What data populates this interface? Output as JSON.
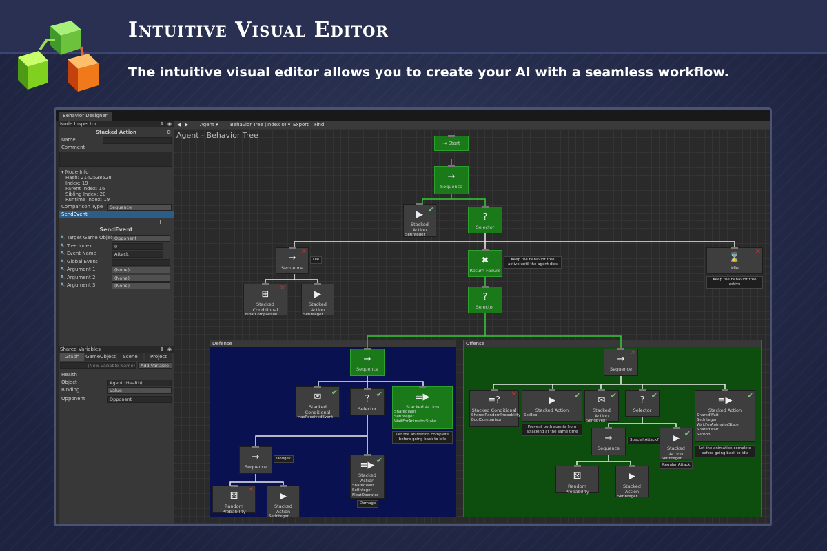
{
  "header": {
    "title": "Intuitive Visual Editor",
    "subtitle": "The intuitive visual editor allows you to create your AI with a seamless workflow."
  },
  "window": {
    "tab": "Behavior Designer"
  },
  "inspector": {
    "title": "Node Inspector",
    "node_title": "Stacked Action",
    "name_label": "Name",
    "comment_label": "Comment",
    "node_info": "Node Info",
    "hash": "Hash: 2142538528",
    "index": "Index: 19",
    "parent": "Parent Index: 16",
    "sibling": "Sibling Index: 20",
    "runtime": "Runtime Index: 19",
    "comparison_label": "Comparison Type",
    "comparison_value": "Sequence",
    "selected_item": "SendEvent",
    "section": "SendEvent",
    "fields": [
      {
        "label": "Target Game Object",
        "value": "Opponent"
      },
      {
        "label": "Tree Index",
        "value": "0"
      },
      {
        "label": "Event Name",
        "value": "Attack"
      },
      {
        "label": "Global Event",
        "value": ""
      },
      {
        "label": "Argument 1",
        "value": "(None)"
      },
      {
        "label": "Argument 2",
        "value": "(None)"
      },
      {
        "label": "Argument 3",
        "value": "(None)"
      }
    ],
    "shared": {
      "title": "Shared Variables",
      "tabs": [
        "Graph",
        "GameObject",
        "Scene",
        "Project"
      ],
      "placeholder": "(New Variable Name)",
      "add": "Add Variable",
      "health": "Health",
      "object_label": "Object",
      "object_value": "Agent (Health)",
      "binding_label": "Binding",
      "binding_value": "Value",
      "opponent_label": "Opponent",
      "opponent_value": "Opponent"
    }
  },
  "toolbar": {
    "agent": "Agent",
    "tree": "Behavior Tree (Index 0)",
    "export": "Export",
    "find": "Find"
  },
  "graph": {
    "title": "Agent - Behavior Tree",
    "groups": {
      "defense": "Defense",
      "offense": "Offense"
    },
    "nodes": {
      "start": "Start",
      "seq1": "Sequence",
      "stacked1": "Stacked Action",
      "stacked1_sub": "SetInteger",
      "selector1": "Selector",
      "seq_die": "Sequence",
      "die_tip": "Die",
      "return_failure": "Return Failure",
      "rf_tip": "Keep the behavior tree active until the agent dies",
      "idle": "Idle",
      "idle_tip": "Keep the behavior tree active",
      "stk_cond": "Stacked Conditional",
      "stk_cond_sub": "FloatComparison",
      "stk_act2": "Stacked Action",
      "stk_act2_sub": "SetInteger",
      "selector2": "Selector",
      "d_seq": "Sequence",
      "d_cond": "Stacked Conditional",
      "d_cond_sub": "HasReceivedEvent",
      "d_sel": "Selector",
      "d_act": "Stacked Action",
      "d_act_s1": "SharedWait",
      "d_act_s2": "SetInteger",
      "d_act_s3": "WaitForAnimatorState",
      "d_tip": "Let the animation complete before going back to idle",
      "d_seq2": "Sequence",
      "dodge_tip": "Dodge?",
      "d_act2": "Stacked Action",
      "d_act2_s1": "SharedWait",
      "d_act2_s2": "SetInteger",
      "d_act2_s3": "FloatOperator",
      "damage_tip": "Damage",
      "d_rand": "Random Probability",
      "d_act3": "Stacked Action",
      "d_act3_sub": "SetInteger",
      "o_seq": "Sequence",
      "o_cond": "Stacked Conditional",
      "o_cond_s1": "SharedRandomProbability",
      "o_cond_s2": "BoolComparison",
      "o_act1": "Stacked Action",
      "o_act1_sub": "SetBool",
      "o_act1_tip": "Prevent both agents from attacking at the same time",
      "o_act2": "Stacked Action",
      "o_act2_sub": "SendEvent",
      "o_sel": "Selector",
      "o_act3": "Stacked Action",
      "o_act3_s1": "SharedWait",
      "o_act3_s2": "SetInteger",
      "o_act3_s3": "WaitForAnimatorState",
      "o_act3_s4": "SharedWait",
      "o_act3_s5": "SetBool",
      "o_tip": "Let the animation complete before going back to idle",
      "o_seq2": "Sequence",
      "special_tip": "Special Attack?",
      "o_act4": "Stacked Action",
      "o_act4_sub": "SetInteger",
      "regular_tip": "Regular Attack",
      "o_rand": "Random Probability",
      "o_act5": "Stacked Action",
      "o_act5_sub": "SetInteger"
    }
  }
}
